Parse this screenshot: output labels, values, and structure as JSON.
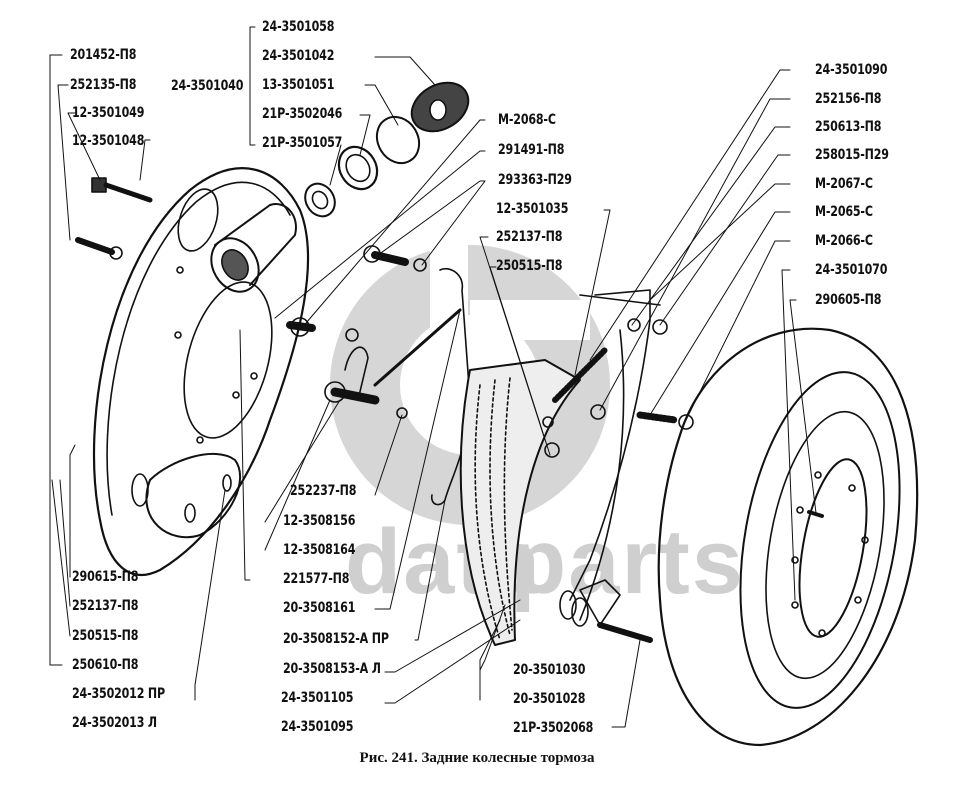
{
  "figure": {
    "caption": "Рис. 241. Задние колесные тормоза",
    "watermark_text_left": "data",
    "watermark_text_right": "parts",
    "colors": {
      "ink": "#111111",
      "watermark": "#d0d0d0",
      "background": "#ffffff"
    }
  },
  "labels": {
    "top_left": [
      "201452-П8",
      "252135-П8",
      "12-3501049",
      "12-3501048"
    ],
    "cylinder_group_parent": "24-3501040",
    "cylinder_group": [
      "24-3501058",
      "24-3501042",
      "13-3501051",
      "21Р-3502046",
      "21Р-3501057"
    ],
    "center_top": [
      "М-2068-С",
      "291491-П8",
      "293363-П29",
      "12-3501035",
      "252137-П8",
      "250515-П8"
    ],
    "right_column": [
      "24-3501090",
      "252156-П8",
      "250613-П8",
      "258015-П29",
      "М-2067-С",
      "М-2065-С",
      "М-2066-С",
      "24-3501070",
      "290605-П8"
    ],
    "bottom_left": [
      "290615-П8",
      "252137-П8",
      "250515-П8",
      "250610-П8",
      "24-3502012 ПР",
      "24-3502013 Л"
    ],
    "center_bottom": [
      "252237-П8",
      "12-3508156",
      "12-3508164",
      "221577-П8",
      "20-3508161",
      "20-3508152-А ПР",
      "20-3508153-А Л",
      "24-3501105",
      "24-3501095"
    ],
    "bottom_right": [
      "20-3501030",
      "20-3501028",
      "21Р-3502068"
    ]
  }
}
